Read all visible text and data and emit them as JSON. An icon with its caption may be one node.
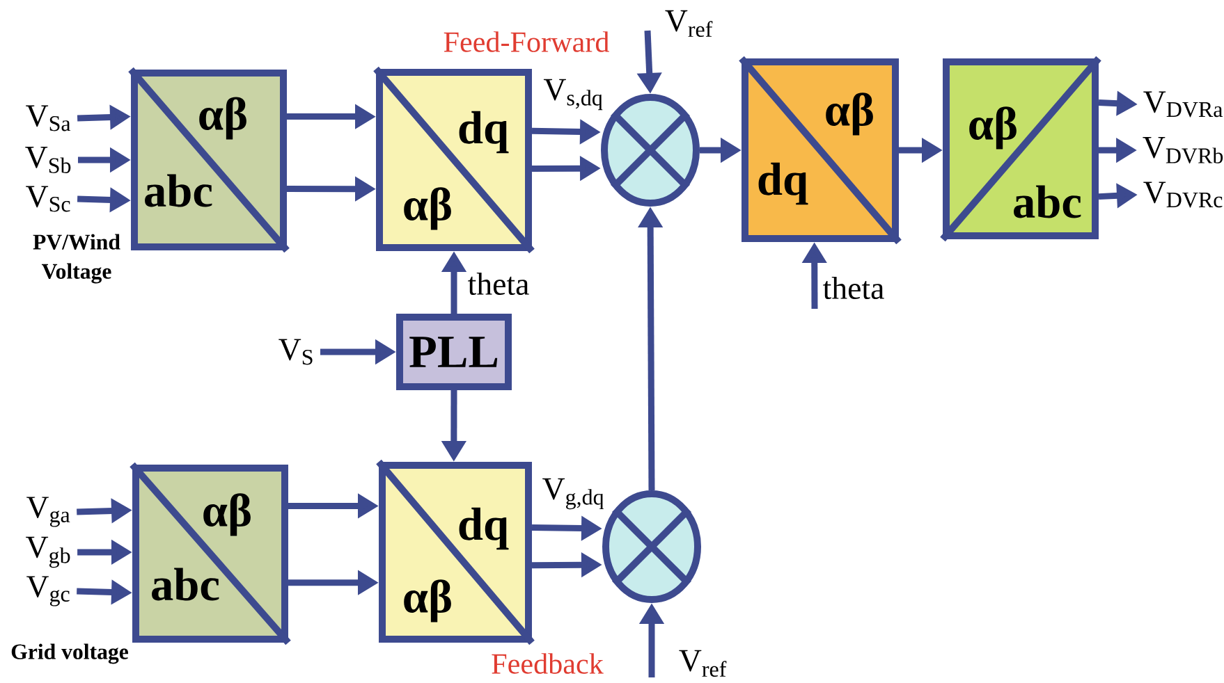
{
  "diagram": {
    "nodes": [
      {
        "text": [
          "αβ",
          "abc"
        ]
      },
      {
        "text": [
          "dq",
          "αβ"
        ]
      },
      {
        "text": [],
        "shape": "circle"
      },
      {
        "text": [
          "αβ",
          "dq"
        ]
      },
      {
        "text": [
          "αβ",
          "abc"
        ]
      },
      {
        "text": [
          "PLL"
        ]
      },
      {
        "text": [
          "αβ",
          "abc"
        ]
      },
      {
        "text": [
          "dq",
          "αβ"
        ]
      },
      {
        "text": [],
        "shape": "circle"
      },
      {
        "text": [
          "V$_{Sa}$"
        ]
      },
      {
        "text": [
          "V$_{Sb}$"
        ]
      },
      {
        "text": [
          "V$_{Sc}$"
        ]
      },
      {
        "text": [
          "V$_{S}$"
        ]
      },
      {
        "text": [
          "V$_{ga}$"
        ]
      },
      {
        "text": [
          "V$_{gb}$"
        ]
      },
      {
        "text": [
          "V$_{gc}$"
        ]
      },
      {
        "text": [
          "V$_{DVRa}$"
        ]
      },
      {
        "text": [
          "V$_{DVRb}$"
        ]
      },
      {
        "text": [
          "V$_{DVRc}$"
        ]
      }
    ],
    "edges": [
      {
        "from": 9,
        "to": 0,
        "arrow": "to"
      },
      {
        "from": 10,
        "to": 0,
        "arrow": "to"
      },
      {
        "from": 11,
        "to": 0,
        "arrow": "to"
      },
      {
        "from": 0,
        "to": 1,
        "arrow": "to"
      },
      {
        "from": 0,
        "to": 1,
        "arrow": "to"
      },
      {
        "from": 1,
        "to": 2,
        "arrow": "to",
        "label": "V$_{s,dq}$"
      },
      {
        "from": 1,
        "to": 2,
        "arrow": "to"
      },
      {
        "from": null,
        "to": 2,
        "arrow": "to",
        "label": "V$_{ref}$"
      },
      {
        "from": 2,
        "to": 3,
        "arrow": "to"
      },
      {
        "from": null,
        "to": 3,
        "arrow": "to",
        "label": "theta"
      },
      {
        "from": 3,
        "to": 4,
        "arrow": "to"
      },
      {
        "from": 4,
        "to": 16,
        "arrow": "to"
      },
      {
        "from": 4,
        "to": 17,
        "arrow": "to"
      },
      {
        "from": 4,
        "to": 18,
        "arrow": "to"
      },
      {
        "from": 12,
        "to": 5,
        "arrow": "to"
      },
      {
        "from": 5,
        "to": 1,
        "arrow": "to",
        "label": "theta"
      },
      {
        "from": 5,
        "to": 7,
        "arrow": "to"
      },
      {
        "from": 13,
        "to": 6,
        "arrow": "to"
      },
      {
        "from": 14,
        "to": 6,
        "arrow": "to"
      },
      {
        "from": 15,
        "to": 6,
        "arrow": "to"
      },
      {
        "from": 6,
        "to": 7,
        "arrow": "to"
      },
      {
        "from": 6,
        "to": 7,
        "arrow": "to"
      },
      {
        "from": 7,
        "to": 8,
        "arrow": "to",
        "label": "V$_{g,dq}$"
      },
      {
        "from": 7,
        "to": 8,
        "arrow": "to"
      },
      {
        "from": null,
        "to": 8,
        "arrow": "to",
        "label": "V$_{ref}$"
      },
      {
        "from": 8,
        "to": 2,
        "arrow": "to"
      }
    ],
    "labels": [
      "Feed-Forward",
      "PV/Wind Voltage",
      "Grid voltage",
      "Feedback"
    ]
  }
}
